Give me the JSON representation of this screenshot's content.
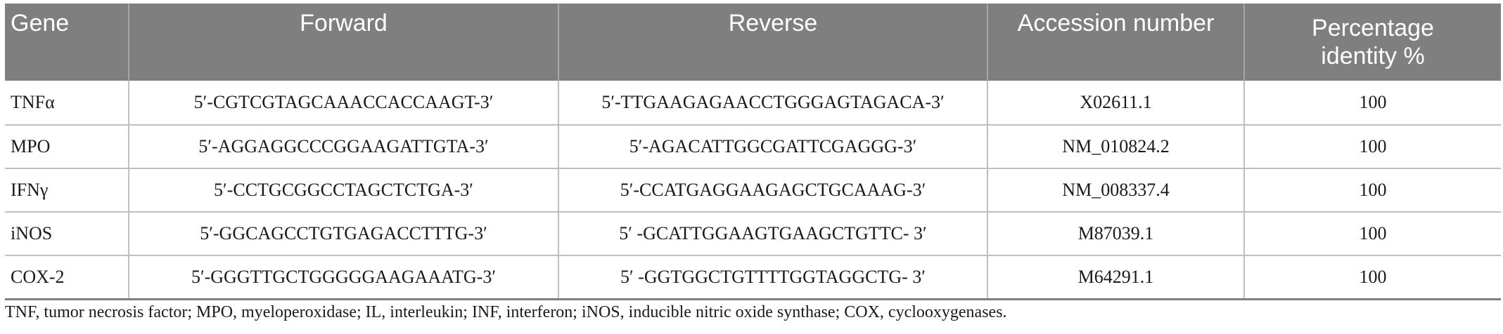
{
  "table": {
    "headers": {
      "gene": "Gene",
      "forward": "Forward",
      "reverse": "Reverse",
      "accession": "Accession number",
      "percentage_line1": "Percentage",
      "percentage_line2": "identity %"
    },
    "rows": [
      {
        "gene": "TNFα",
        "forward": "5′-CGTCGTAGCAAACCACCAAGT-3′",
        "reverse": "5′-TTGAAGAGAACCTGGGAGTAGACA-3′",
        "accession": "X02611.1",
        "identity": "100"
      },
      {
        "gene": "MPO",
        "forward": "5′-AGGAGGCCCGGAAGATTGTA-3′",
        "reverse": "5′-AGACATTGGCGATTCGAGGG-3′",
        "accession": "NM_010824.2",
        "identity": "100"
      },
      {
        "gene": "IFNγ",
        "forward": "5′-CCTGCGGCCTAGCTCTGA-3′",
        "reverse": "5′-CCATGAGGAAGAGCTGCAAAG-3′",
        "accession": "NM_008337.4",
        "identity": "100"
      },
      {
        "gene": "iNOS",
        "forward": "5′-GGCAGCCTGTGAGACCTTTG-3′",
        "reverse": "5′ -GCATTGGAAGTGAAGCTGTTC- 3′",
        "accession": "M87039.1",
        "identity": "100"
      },
      {
        "gene": "COX-2",
        "forward": "5′-GGGTTGCTGGGGGAAGAAATG-3′",
        "reverse": "5′ -GGTGGCTGTTTTGGTAGGCTG- 3′",
        "accession": "M64291.1",
        "identity": "100"
      }
    ]
  },
  "footnote": "TNF, tumor necrosis factor; MPO, myeloperoxidase; IL, interleukin; INF, interferon; iNOS, inducible nitric oxide synthase; COX, cyclooxygenases.",
  "colors": {
    "header_bg": "#7f7f7f",
    "header_text": "#ffffff",
    "grid_line": "#bfbfbf"
  }
}
